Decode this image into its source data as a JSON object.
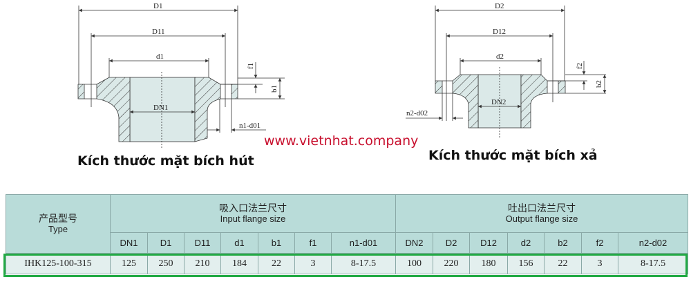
{
  "watermark": "www.vietnhat.company",
  "diagrams": {
    "suction": {
      "caption": "Kích thước mặt bích hút",
      "labels": {
        "D": "D1",
        "D_1x": "D11",
        "d": "d1",
        "DN": "DN1",
        "f": "f1",
        "b": "b1",
        "n_d0": "n1-d01"
      }
    },
    "discharge": {
      "caption": "Kích thước mặt bích xả",
      "labels": {
        "D": "D2",
        "D_1x": "D12",
        "d": "d2",
        "DN": "DN2",
        "f": "f2",
        "b": "b2",
        "n_d0": "n2-d02"
      }
    }
  },
  "table": {
    "type_header_cn": "产品型号",
    "type_header_en": "Type",
    "input_header_cn": "吸入口法兰尺寸",
    "input_header_en": "Input flange size",
    "output_header_cn": "吐出口法兰尺寸",
    "output_header_en": "Output flange size",
    "columns": [
      "DN1",
      "D1",
      "D11",
      "d1",
      "b1",
      "f1",
      "n1-d01",
      "DN2",
      "D2",
      "D12",
      "d2",
      "b2",
      "f2",
      "n2-d02"
    ],
    "row": {
      "type": "IHK125-100-315",
      "values": [
        "125",
        "250",
        "210",
        "184",
        "22",
        "3",
        "8-17.5",
        "100",
        "220",
        "180",
        "156",
        "22",
        "3",
        "8-17.5"
      ]
    }
  },
  "colors": {
    "header_bg": "#b9dcd9",
    "row_bg": "#e3efee",
    "highlight": "#22aa44",
    "watermark": "#c8102e"
  }
}
